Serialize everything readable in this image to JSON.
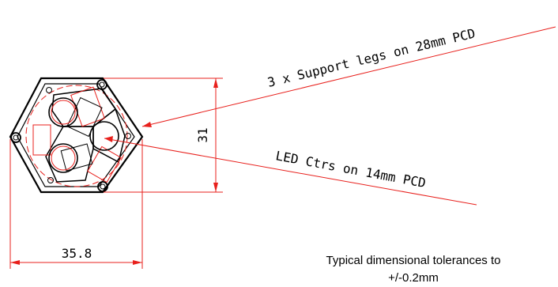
{
  "labels": {
    "support_legs": "3 x Support legs on 28mm PCD",
    "led_centres": "LED Ctrs on 14mm PCD",
    "dim_height": "31",
    "dim_width": "35.8",
    "tolerance_line1": "Typical dimensional tolerances to",
    "tolerance_line2": "+/-0.2mm"
  },
  "colors": {
    "leader_red": "#e8201c",
    "outline_black": "#000000"
  }
}
